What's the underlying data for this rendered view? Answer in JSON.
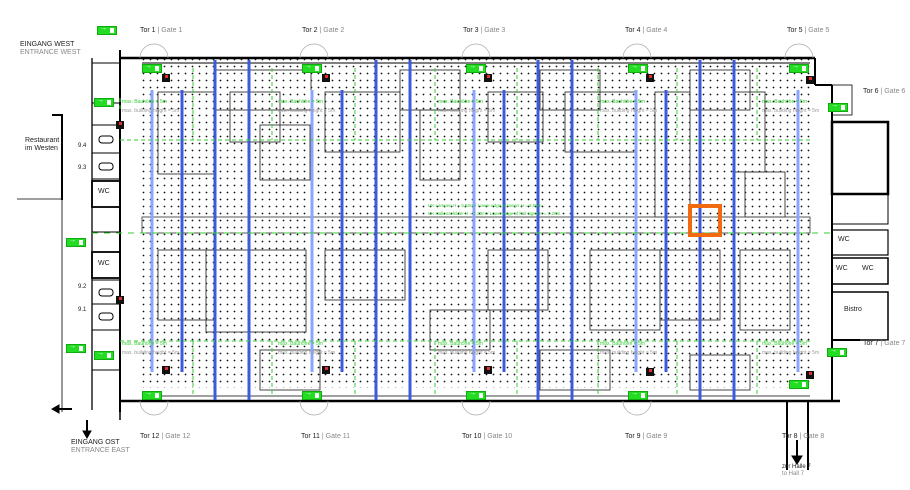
{
  "map": {
    "title_hidden": "Hall floor plan",
    "accent_colors": {
      "column": "#3b5bdb",
      "column_light": "#8aa4ff",
      "emergency_exit": "#22dd22",
      "height_zone": "#33cc33",
      "highlight": "#f26a10",
      "walls": "#000000",
      "stand_grid": "#000000"
    },
    "entrances": {
      "west": {
        "de": "EINGANG WEST",
        "en": "ENTRANCE WEST"
      },
      "east": {
        "de": "EINGANG OST",
        "en": "ENTRANCE EAST"
      },
      "hall7": {
        "de": "zur Halle 7",
        "en": "to Hall 7"
      }
    },
    "restaurant": {
      "line1": "Restaurant",
      "line2": "im Westen"
    },
    "gates": [
      {
        "de": "Tor 1",
        "en": "Gate 1"
      },
      {
        "de": "Tor 2",
        "en": "Gate 2"
      },
      {
        "de": "Tor 3",
        "en": "Gate 3"
      },
      {
        "de": "Tor 4",
        "en": "Gate 4"
      },
      {
        "de": "Tor 5",
        "en": "Gate 5"
      },
      {
        "de": "Tor 6",
        "en": "Gate 6"
      },
      {
        "de": "Tor 7",
        "en": "Gate 7"
      },
      {
        "de": "Tor 8",
        "en": "Gate 8"
      },
      {
        "de": "Tor 9",
        "en": "Gate 9"
      },
      {
        "de": "Tor 10",
        "en": "Gate 10"
      },
      {
        "de": "Tor 11",
        "en": "Gate 11"
      },
      {
        "de": "Tor 12",
        "en": "Gate 12"
      }
    ],
    "gate_separator": "|",
    "meeting_rooms": [
      "9.4",
      "9.3",
      "9.2",
      "9.1"
    ],
    "wc_label": "WC",
    "bistro_label": "Bistro",
    "height_notes": {
      "de": "max. Bauhöhe = 5m",
      "en": "max. building height = 5m"
    },
    "center_notes": {
      "line1": "UK Lampen H = 5,50m / Lower edge of lamps H = 5,50m",
      "line2": "UK Hallenschilder H = 7,20m / Lower edge of hall signs H = 7,20m"
    },
    "highlighted_stand": "selected-stand"
  }
}
